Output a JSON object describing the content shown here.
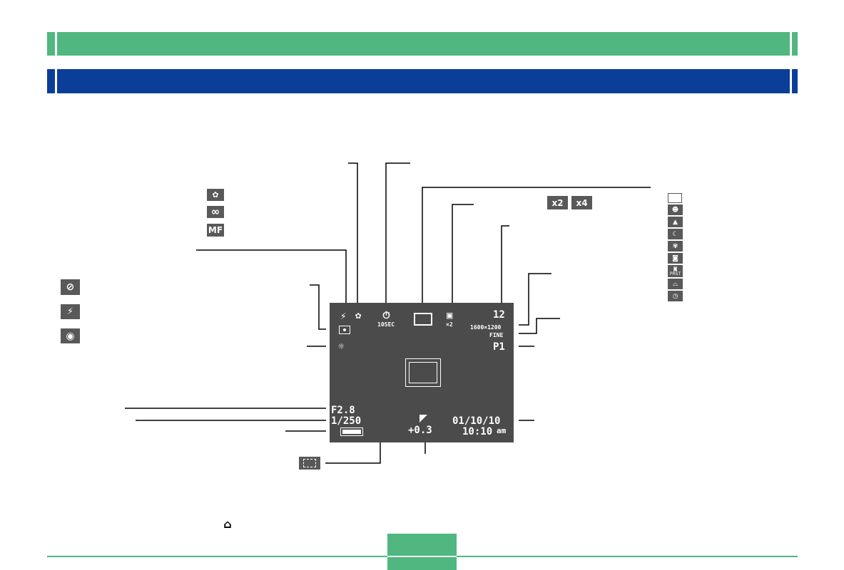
{
  "lcd": {
    "f_number": "F2.8",
    "shutter": "1/250",
    "date": "01/10/10",
    "time": "10:10",
    "am": "am",
    "exposure": "+0.3",
    "shots_remaining": "12",
    "resolution": "1600×1200",
    "quality": "FINE",
    "mode": "P1",
    "self_timer": "10SEC",
    "zoom": "×2"
  },
  "legend": {
    "zoom_x2": "x2",
    "zoom_x4": "x4",
    "manual_focus": "MF",
    "mode_prst": "PRST"
  }
}
